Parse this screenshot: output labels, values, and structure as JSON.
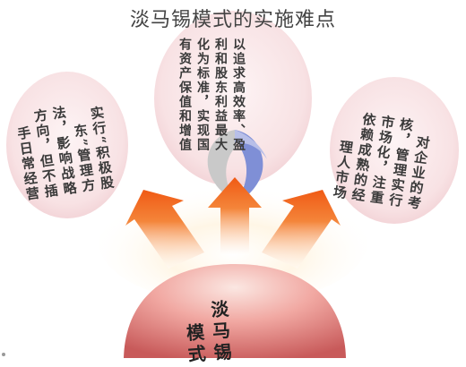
{
  "title": "淡马锡模式的实施难点",
  "base": {
    "label": "淡马锡模式"
  },
  "bubbles": {
    "left": {
      "text": "实行“积极股东”管理方法，影响战略方向，但不插手日常经营"
    },
    "middle": {
      "text": "以追求高效率、盈利和股东利益最大化为标准，实现国有资产保值和增值"
    },
    "right": {
      "text": "对企业的考核，管理实行市场化，注重依赖成熟的经理人市场"
    }
  },
  "colors": {
    "bubble": "#f8e4e6",
    "arrow": "#f2621a",
    "base": "#e88b87",
    "glow": "#fff3dc"
  }
}
